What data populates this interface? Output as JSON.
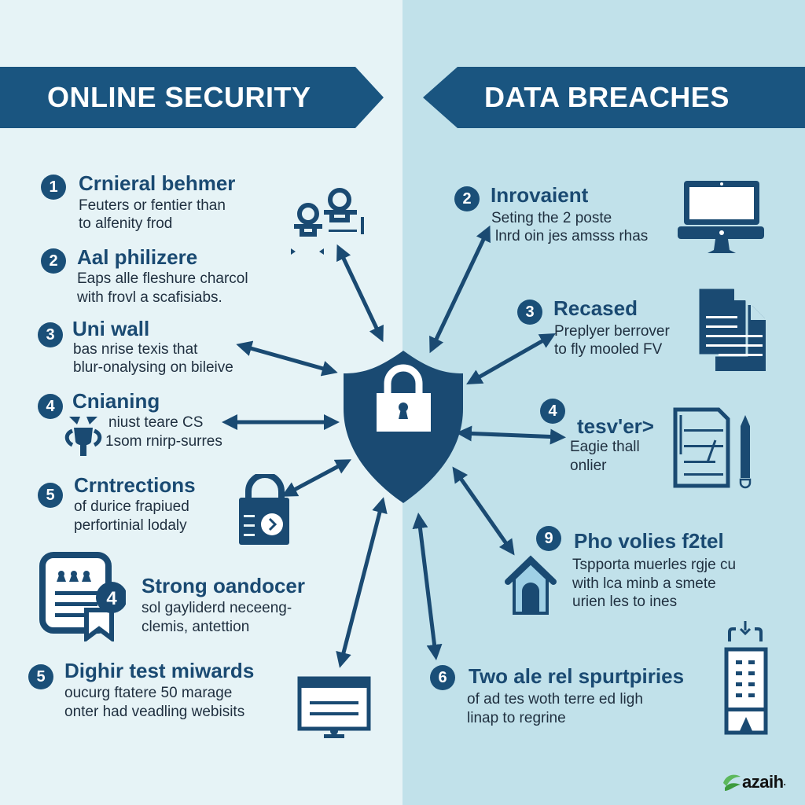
{
  "colors": {
    "primary": "#1a5580",
    "dark": "#1a4a72",
    "bg_left": "#e6f3f6",
    "bg_right": "#c1e1ea",
    "logo_green": "#4caf50"
  },
  "left_panel": {
    "banner": "ONLINE SECURITY",
    "items": [
      {
        "number": "1",
        "title": "Crnieral behmer",
        "lines": [
          "Feuters or fentier than",
          "to alfenity frod"
        ],
        "icon": "people-icon"
      },
      {
        "number": "2",
        "title": "Aal philizere",
        "lines": [
          "Eaps alle fleshure charcol",
          "with frovl a scafisiabs."
        ],
        "icon": ""
      },
      {
        "number": "3",
        "title": "Uni wall",
        "lines": [
          "bas nrise texis that",
          "blur-onalysing on bileive"
        ],
        "icon": ""
      },
      {
        "number": "4",
        "title": "Cnianing",
        "lines": [
          "niust teare CS",
          "1som rnirp-surres"
        ],
        "icon": "trophy-icon"
      },
      {
        "number": "5",
        "title": "Crntrections",
        "lines": [
          "of durice frapiued",
          "perfortinial lodaly"
        ],
        "icon": "padlock-arrow-icon"
      },
      {
        "number": "4",
        "title": "Strong oandocer",
        "lines": [
          "sol gayliderd neceeng-",
          "clemis, antettion"
        ],
        "icon": "document-badge-icon"
      },
      {
        "number": "5",
        "title": "Dighir test miwards",
        "lines": [
          "oucurg ftatere 50 marage",
          "onter had veadling webisits"
        ],
        "icon": "monitor-icon"
      }
    ]
  },
  "right_panel": {
    "banner": "DATA BREACHES",
    "items": [
      {
        "number": "2",
        "title": "Inrovaient",
        "lines": [
          "Seting the 2 poste",
          "lnrd oin jes amsss rhas"
        ],
        "icon": "laptop-icon"
      },
      {
        "number": "3",
        "title": "Recased",
        "lines": [
          "Preplyer berrover",
          "to fly mooled FV"
        ],
        "icon": "documents-icon"
      },
      {
        "number": "4",
        "title": "tesv'er>",
        "lines": [
          "Eagie thall",
          "onlier"
        ],
        "icon": "document-pencil-icon"
      },
      {
        "number": "9",
        "title": "Pho volies f2tel",
        "lines": [
          "Tspporta muerles rgje cu",
          "with lca minb a smete",
          "urien les to ines"
        ],
        "icon": "house-icon"
      },
      {
        "number": "6",
        "title": "Two ale rel spurtpiries",
        "lines": [
          "of ad tes woth terre ed ligh",
          "linap to regrine"
        ],
        "icon": "building-icon"
      }
    ]
  },
  "center": {
    "icon": "shield-lock-icon"
  },
  "logo": {
    "text": "azaih",
    "dot": "."
  }
}
